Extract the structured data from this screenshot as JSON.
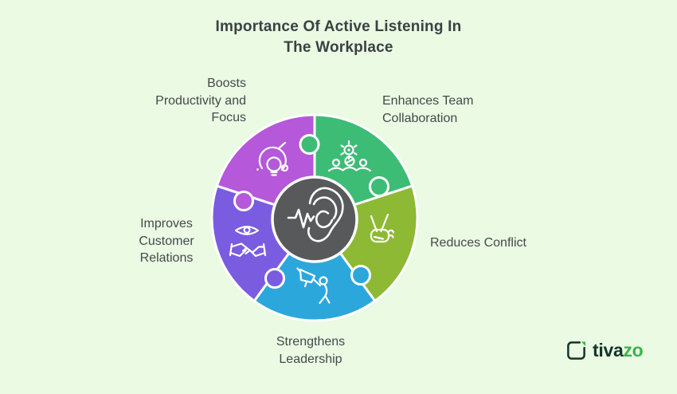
{
  "background": "#eafae3",
  "title": {
    "text": "Importance Of Active Listening In\nThe Workplace"
  },
  "wheel": {
    "center": {
      "color": "#58595b",
      "icon": "ear-icon"
    },
    "segments": [
      {
        "name": "enhances-team-collaboration",
        "label": "Enhances Team\nCollaboration",
        "color": "#3dbc76",
        "icon": "gear-team-icon"
      },
      {
        "name": "reduces-conflict",
        "label": "Reduces Conflict",
        "color": "#8db934",
        "icon": "peace-hand-icon"
      },
      {
        "name": "strengthens-leadership",
        "label": "Strengthens\nLeadership",
        "color": "#2ca7dc",
        "icon": "megaphone-person-icon"
      },
      {
        "name": "improves-customer-relations",
        "label": "Improves\nCustomer\nRelations",
        "color": "#7a5ce1",
        "icon": "eye-handshake-icon"
      },
      {
        "name": "boosts-productivity-focus",
        "label": "Boosts\nProductivity and\nFocus",
        "color": "#b558d9",
        "icon": "lightbulb-icon"
      }
    ]
  },
  "logo": {
    "brand_dark": "tiva",
    "brand_accent": "zo",
    "dark_color": "#15342a",
    "accent_color": "#3db24a"
  }
}
